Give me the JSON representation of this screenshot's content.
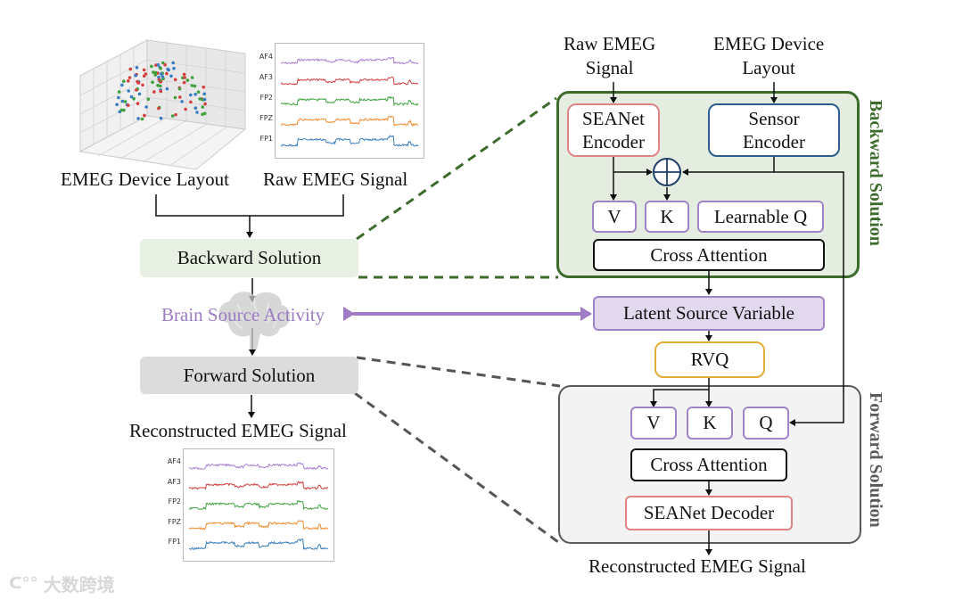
{
  "left": {
    "device_layout_label": "EMEG Device Layout",
    "raw_signal_label": "Raw EMEG Signal",
    "backward_label": "Backward Solution",
    "brain_label": "Brain Source Activity",
    "forward_label": "Forward Solution",
    "reconstructed_label": "Reconstructed EMEG Signal",
    "channels": [
      "AF4",
      "AF3",
      "FP2",
      "FPZ",
      "FP1"
    ],
    "channel_colors": [
      "#a97fd0",
      "#d43f3f",
      "#3ea13e",
      "#f08a2c",
      "#3a7ebf"
    ]
  },
  "backward_panel": {
    "title": "Backward Solution",
    "input_raw": "Raw EMEG\nSignal",
    "input_raw_line1": "Raw EMEG",
    "input_raw_line2": "Signal",
    "input_layout_line1": "EMEG Device",
    "input_layout_line2": "Layout",
    "seanet_encoder_line1": "SEANet",
    "seanet_encoder_line2": "Encoder",
    "sensor_encoder_line1": "Sensor",
    "sensor_encoder_line2": "Encoder",
    "add_symbol": "⊕",
    "v": "V",
    "k": "K",
    "learnable_q": "Learnable Q",
    "cross_attention": "Cross Attention"
  },
  "middle": {
    "latent_source": "Latent Source Variable",
    "rvq": "RVQ"
  },
  "forward_panel": {
    "title": "Forward Solution",
    "v": "V",
    "k": "K",
    "q": "Q",
    "cross_attention": "Cross Attention",
    "seanet_decoder": "SEANet Decoder",
    "output": "Reconstructed EMEG Signal"
  },
  "watermark": "大数跨境",
  "colors": {
    "backward_green": "#3d6b2c",
    "backward_fill": "#e5ede1",
    "forward_gray": "#5a5a5a",
    "forward_fill": "#f3f3f3",
    "purple": "#a084c8",
    "purple_fill": "#e3d9ef",
    "seanet_red": "#e08585",
    "sensor_blue": "#2c5f8f",
    "rvq_orange": "#e2ad35"
  }
}
